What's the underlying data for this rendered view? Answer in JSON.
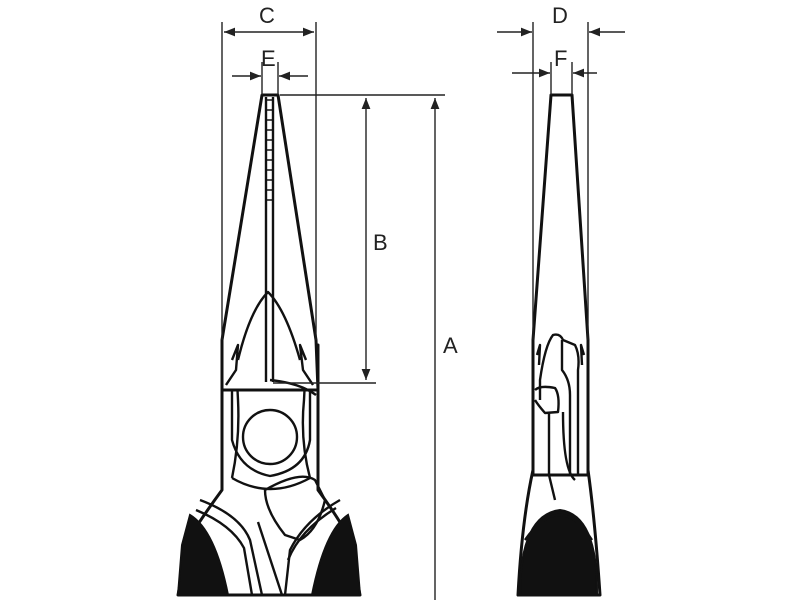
{
  "dimension_labels": {
    "A": "A",
    "B": "B",
    "C": "C",
    "D": "D",
    "E": "E",
    "F": "F"
  },
  "colors": {
    "line": "#111111",
    "grip": "#111111",
    "background": "#ffffff"
  }
}
